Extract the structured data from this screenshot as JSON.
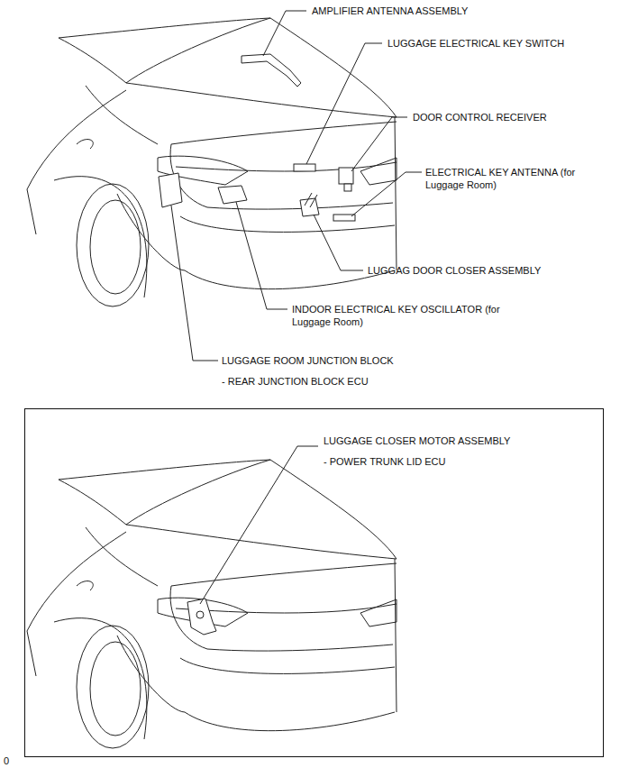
{
  "diagram": {
    "nodes": [
      {
        "text": [
          "LUGGAGE CLOSER MOTOR ASSEMBLY",
          "- POWER TRUNK LID ECU"
        ]
      }
    ],
    "labels": [
      "AMPLIFIER ANTENNA ASSEMBLY",
      "LUGGAGE ELECTRICAL KEY SWITCH",
      "DOOR CONTROL RECEIVER",
      "ELECTRICAL KEY ANTENNA (for Luggage Room)",
      "LUGGAG DOOR CLOSER ASSEMBLY",
      "INDOOR ELECTRICAL KEY OSCILLATOR (for Luggage Room)",
      "LUGGAGE ROOM JUNCTION BLOCK",
      "- REAR JUNCTION BLOCK ECU",
      "0"
    ]
  }
}
